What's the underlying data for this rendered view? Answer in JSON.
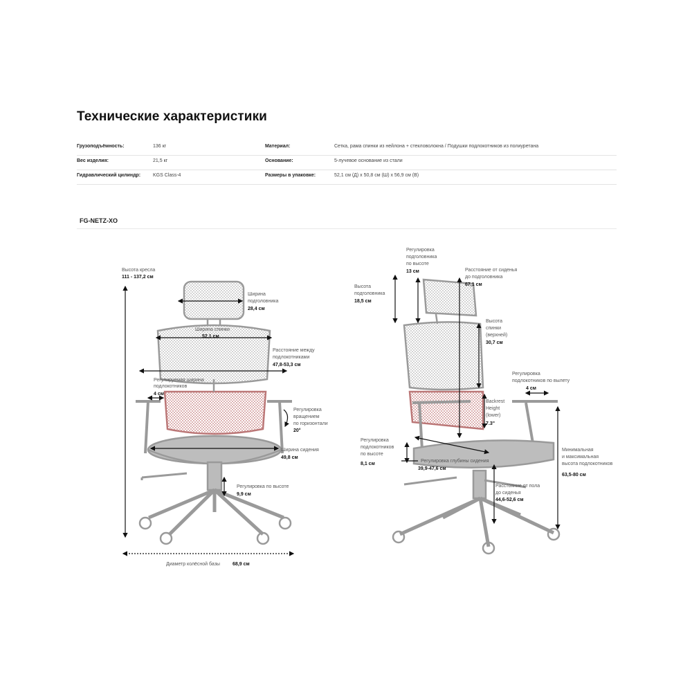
{
  "title": "Технические характеристики",
  "specs": [
    {
      "label": "Грузоподъёмность:",
      "value": "136 кг",
      "label2": "Материал:",
      "value2": "Сетка, рама спинки из нейлона + стекловолокна / Подушки подлокотников из полиуретана"
    },
    {
      "label": "Вес изделия:",
      "value": "21,5 кг",
      "label2": "Основание:",
      "value2": "5-лучевое основание из стали"
    },
    {
      "label": "Гидравлический цилиндр:",
      "value": "KGS Class-4",
      "label2": "Размеры в упаковке:",
      "value2": "52,1 см (Д) x 50,8 см (Ш) x 56,9 см (В)"
    }
  ],
  "model": "FG-NETZ-XO",
  "front": {
    "seat_height": {
      "label": "Высота кресла",
      "value": "111 - 137,2 см"
    },
    "headrest_width": {
      "label1": "Ширина",
      "label2": "подголовника",
      "value": "28,4 см"
    },
    "back_width": {
      "label": "Ширина спинки",
      "value": "52,1 см"
    },
    "armrest_distance": {
      "label1": "Расстояние между",
      "label2": "подлокотниками",
      "value": "47,8-53,3 см"
    },
    "adj_armrest_width": {
      "label1": "Регулируемая ширина",
      "label2": "подлокотников",
      "value": "4 см"
    },
    "armrest_rotation": {
      "label1": "Регулировка",
      "label2": "вращением",
      "label3": "по горизонтали",
      "value": "20°"
    },
    "seat_width": {
      "label": "Ширина сидения",
      "value": "49,8 см"
    },
    "height_adj": {
      "label": "Регулировка по высоте",
      "value": "9,9 см"
    },
    "base_diameter": {
      "label": "Диаметр колёсной базы",
      "value": "68,9 см"
    }
  },
  "side": {
    "headrest_adj": {
      "label1": "Регулировка",
      "label2": "подголовника",
      "label3": "по высоте",
      "value": "13 см"
    },
    "seat_to_headrest": {
      "label1": "Расстояние от сиденья",
      "label2": "до подголовника",
      "value": "67,1 см"
    },
    "headrest_height": {
      "label1": "Высота",
      "label2": "подголовника",
      "value": "18,5 см"
    },
    "upper_back_height": {
      "label1": "Высота",
      "label2": "спинки",
      "label3": "(верхней)",
      "value": "30,7 см"
    },
    "armrest_depth_adj": {
      "label1": "Регулировка",
      "label2": "подлокотников по вылету",
      "value": "4 см"
    },
    "lower_back_height": {
      "label1": "Backrest",
      "label2": "Height",
      "label3": "(lower)",
      "value": "7.3\""
    },
    "armrest_height_adj": {
      "label1": "Регулировка",
      "label2": "подлокотников",
      "label3": "по высоте",
      "value": "8,1 см"
    },
    "seat_depth_adj": {
      "label": "Регулировка глубины сидения",
      "value": "39,9-47,6 см"
    },
    "armrest_minmax": {
      "label1": "Минимальная",
      "label2": "и максимальная",
      "label3": "высота подлокотников",
      "value": "63,5-80 см"
    },
    "floor_to_seat": {
      "label1": "Расстояние от пола",
      "label2": "до сиденья",
      "value": "44,6-52,6 см"
    }
  }
}
